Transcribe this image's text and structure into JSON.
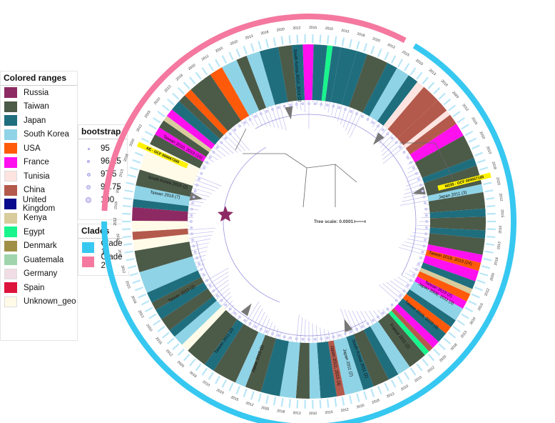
{
  "legend_ranges": {
    "title": "Colored ranges",
    "items": [
      {
        "label": "Russia",
        "color": "#8e2a63"
      },
      {
        "label": "Taiwan",
        "color": "#4c5a48"
      },
      {
        "label": "Japan",
        "color": "#1f6e7e"
      },
      {
        "label": "South Korea",
        "color": "#8fd3e6"
      },
      {
        "label": "USA",
        "color": "#ff5a0a"
      },
      {
        "label": "France",
        "color": "#ff10ee"
      },
      {
        "label": "Tunisia",
        "color": "#fde4e0"
      },
      {
        "label": "China",
        "color": "#b35a4d"
      },
      {
        "label": "United Kingdom",
        "color": "#0a0a8c"
      },
      {
        "label": "Kenya",
        "color": "#d8cc9c"
      },
      {
        "label": "Egypt",
        "color": "#19f58c"
      },
      {
        "label": "Denmark",
        "color": "#a09046"
      },
      {
        "label": "Guatemala",
        "color": "#9fd4ad"
      },
      {
        "label": "Germany",
        "color": "#f1dde5"
      },
      {
        "label": "Spain",
        "color": "#dc143c"
      },
      {
        "label": "Unknown_geo",
        "color": "#fffbe8"
      }
    ]
  },
  "legend_bootstrap": {
    "title": "bootstrap",
    "items": [
      {
        "label": "95",
        "size": 3
      },
      {
        "label": "96.25",
        "size": 4
      },
      {
        "label": "97.5",
        "size": 5
      },
      {
        "label": "98.75",
        "size": 6
      },
      {
        "label": "100",
        "size": 8
      }
    ]
  },
  "legend_clades": {
    "title": "Clades",
    "items": [
      {
        "label": "Clade 1",
        "color": "#36c8f0"
      },
      {
        "label": "Clade 2",
        "color": "#f4789f"
      }
    ]
  },
  "tree": {
    "scale_label": "Tree scale: 0.0001",
    "highlight_labels": [
      "M235 - GCF 000667165",
      "AE - GCF 000667265"
    ],
    "segment_labels": [
      "Taiwan 2018, 2019 (24)",
      "Japan 2008, 2011 (3)",
      "South Korea 2010, 2014 (2)",
      "Taiwan 2019 (2)",
      "France 2011 (2)",
      "Japan 2011 (3)",
      "Taiwan 2016 (7)",
      "Taiwan 2010, 2019 (16)",
      "South Korea 2015 (2)",
      "Taiwan 2015, 2019 (3)",
      "Japan 2011 (2)",
      "Taiwan 2013 (2)",
      "Japan 2015 (2)",
      "South Korea 2011 (2)",
      "Taiwan 2011 (2)",
      "Japan 2012, 2015 (3)"
    ]
  }
}
